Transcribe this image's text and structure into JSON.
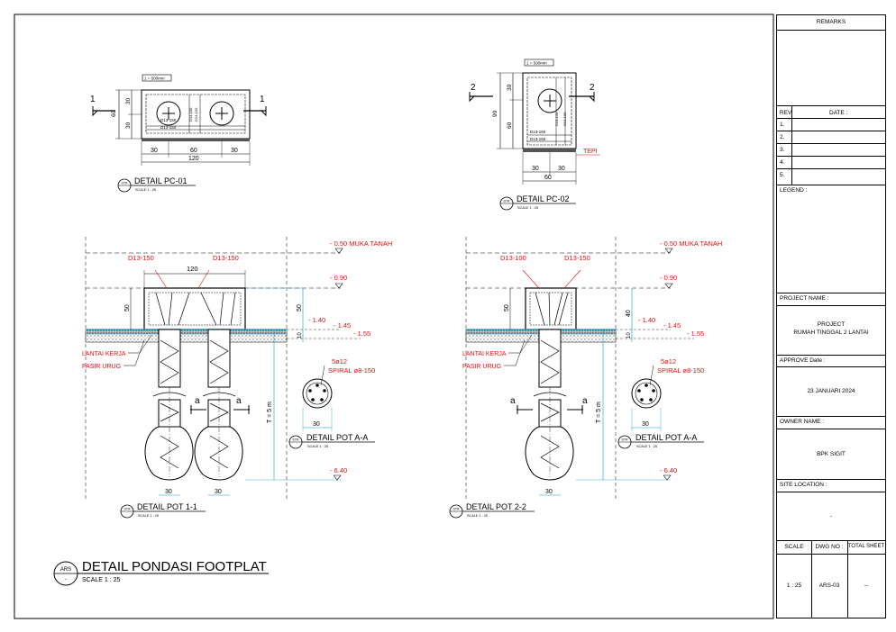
{
  "title_block": {
    "remarks": "REMARKS",
    "rev": "REV.",
    "date": "DATE :",
    "rev_rows": [
      "1.",
      "2.",
      "3.",
      "4.",
      "5."
    ],
    "legend": "LEGEND :",
    "project_name_label": "PROJECT NAME :",
    "project_line1": "PROJECT",
    "project_line2": "RUMAH TINGGAL 2 LANTAI",
    "approve_label": "APPROVE Date :",
    "approve_date": "23 JANUARI 2024",
    "owner_label": "OWNER NAME :",
    "owner": "BPK SIGIT",
    "site_label": "SITE LOCATION :",
    "site": "-",
    "scale_label": "SCALE",
    "dwg_label": "DWG NO :",
    "total_label": "TOTAL SHEET",
    "scale_value": "1 : 25",
    "dwg_value": "ARS-03",
    "total_value": "--"
  },
  "pc01": {
    "title": "DETAIL PC-01",
    "scale": "SCALE 1 : 25",
    "tag": "STR",
    "note": "1 = 500mm",
    "section": "1",
    "dims_h": [
      "30",
      "60",
      "30"
    ],
    "dim_total": "120",
    "dims_v": [
      "30",
      "30"
    ],
    "dim_v_total": "60",
    "rebar1": "D13-150",
    "rebar2": "D13-100"
  },
  "pc02": {
    "title": "DETAIL PC-02",
    "scale": "SCALE 1 : 25",
    "tag": "STR",
    "note": "1 = 500mm",
    "section": "2",
    "dims_h": [
      "30",
      "30"
    ],
    "dim_total": "60",
    "dims_v": [
      "30",
      "60"
    ],
    "dim_v_total": "90",
    "rebar1": "D13-150",
    "rebar2": "D13-100",
    "tepi": "TEPI"
  },
  "pot11": {
    "title": "DETAIL POT 1-1",
    "scale": "SCALE 1 : 25",
    "tag": "STR",
    "lvl_050": "- 0.50 MUKA TANAH",
    "lvl_090": "- 0.90",
    "lvl_140": "- 1.40",
    "lvl_145": "- 1.45",
    "lvl_155": "- 1.55",
    "lvl_640": "- 6.40",
    "rebar_l": "D13-150",
    "rebar_r": "D13-150",
    "width": "120",
    "dim_50": "50",
    "dim_10": "10",
    "lantai_kerja": "LANTAI KERJA",
    "pasir_urug": "PASIR URUG",
    "t_len": "T = 5 m",
    "pile_w1": "30",
    "pile_w2": "30",
    "sec_a": "a"
  },
  "pot22": {
    "title": "DETAIL POT 2-2",
    "scale": "SCALE 1 : 25",
    "tag": "STR",
    "lvl_050": "- 0.50 MUKA TANAH",
    "lvl_090": "- 0.90",
    "lvl_140": "- 1.40",
    "lvl_145": "- 1.45",
    "lvl_155": "- 1.55",
    "lvl_640": "- 6.40",
    "rebar_l": "D13-100",
    "rebar_r": "D13-150",
    "dim_50": "50",
    "dim_40": "40",
    "dim_10": "10",
    "lantai_kerja": "LANTAI KERJA",
    "pasir_urug": "PASIR URUG",
    "t_len": "T = 5 m",
    "pile_w": "30",
    "sec_a": "a"
  },
  "potaa1": {
    "title": "DETAIL POT A-A",
    "scale": "SCALE 1 : 25",
    "tag": "STR",
    "bars": "5ø12",
    "spiral": "SPIRAL ø8-150",
    "dia": "30"
  },
  "potaa2": {
    "title": "DETAIL POT A-A",
    "scale": "SCALE 1 : 25",
    "tag": "STR",
    "bars": "5ø12",
    "spiral": "SPIRAL ø8-150",
    "dia": "30"
  },
  "main": {
    "title": "DETAIL PONDASI FOOTPLAT",
    "scale": "SCALE 1 : 25",
    "tag": "ARS",
    "tag2": "-"
  },
  "colors": {
    "red": "#e01010",
    "cyan": "#0a9bc4",
    "ink": "#000000"
  }
}
